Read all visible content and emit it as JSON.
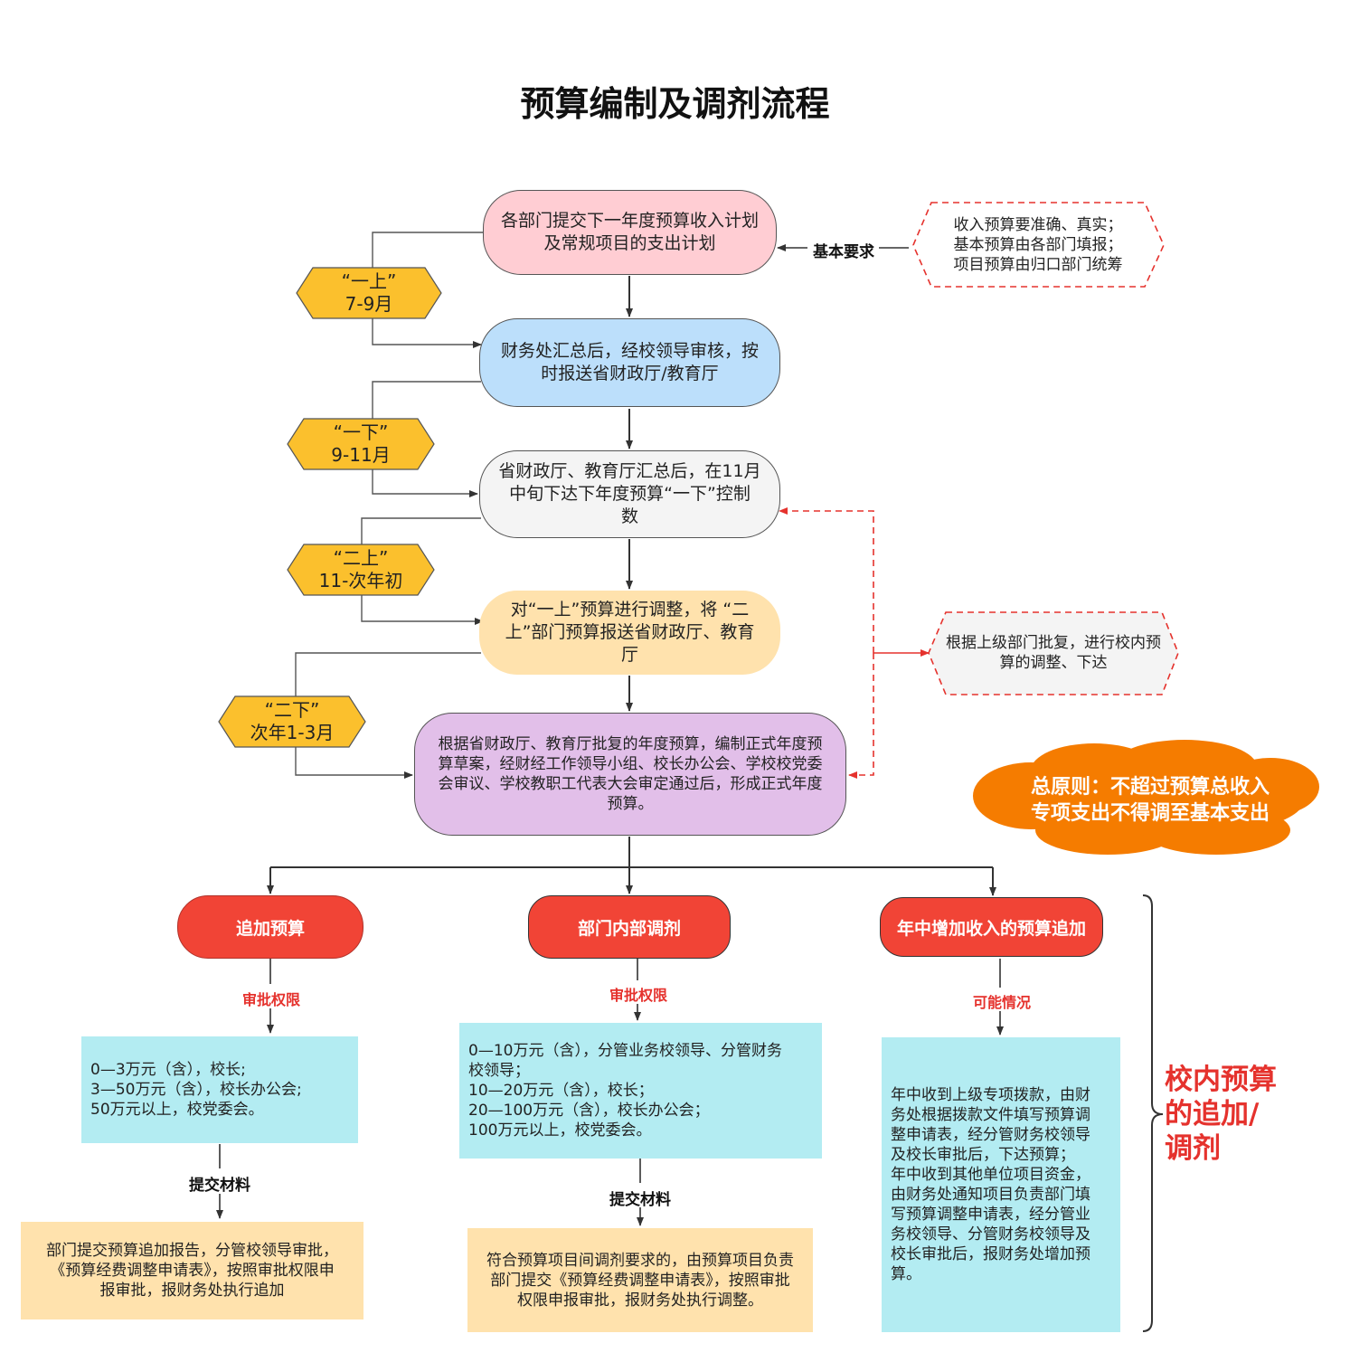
{
  "title": "预算编制及调剂流程",
  "steps": [
    {
      "id": "s1",
      "text": "各部门提交下一年度预算收入计划\n及常规项目的支出计划",
      "color": "#ffcdd3"
    },
    {
      "id": "s2",
      "text": "财务处汇总后，经校领导审核，按\n时报送省财政厅/教育厅",
      "color": "#bcdffb"
    },
    {
      "id": "s3",
      "text": "省财政厅、教育厅汇总后，在11月\n中旬下达下年度预算“一下”控制\n数",
      "color": "#f4f4f4"
    },
    {
      "id": "s4",
      "text": "对“一上”预算进行调整，将 “二\n上”部门预算报送省财政厅、教育\n厅",
      "color": "#ffe2ad"
    },
    {
      "id": "s5",
      "text": "根据省财政厅、教育厅批复的年度预算，编制正式年度预\n算草案，经财经工作领导小组、校长办公会、学校校党委\n会审议、学校教职工代表大会审定通过后，形成正式年度\n预算。",
      "color": "#e2bfe9"
    }
  ],
  "phases": [
    {
      "line1": "“一上”",
      "line2": "7-9月"
    },
    {
      "line1": "“一下”",
      "line2": "9-11月"
    },
    {
      "line1": "“二上”",
      "line2": "11-次年初"
    },
    {
      "line1": "“二下”",
      "line2": "次年1-3月"
    }
  ],
  "requirements": {
    "label": "基本要求",
    "text": "收入预算要准确、真实；\n基本预算由各部门填报；\n项目预算由归口部门统筹"
  },
  "adjust_note": "根据上级部门批复，进行校内预\n算的调整、下达",
  "principle": "总原则：不超过预算总收入\n专项支出不得调至基本支出",
  "side_label": "校内预算\n的追加/\n调剂",
  "branches": [
    {
      "title": "追加预算",
      "label1": "审批权限",
      "detail": "0—3万元（含），校长;\n3—50万元（含），校长办公会;\n50万元以上，校党委会。",
      "label2": "提交材料",
      "material": "部门提交预算追加报告，分管校领导审批，\n《预算经费调整申请表》，按照审批权限申\n报审批，报财务处执行追加"
    },
    {
      "title": "部门内部调剂",
      "label1": "审批权限",
      "detail": "0—10万元（含），分管业务校领导、分管财务\n校领导；\n10—20万元（含），校长；\n20—100万元（含），校长办公会；\n100万元以上，校党委会。",
      "label2": "提交材料",
      "material": "符合预算项目间调剂要求的，由预算项目负责\n部门提交《预算经费调整申请表》，按照审批\n权限申报审批，报财务处执行调整。"
    },
    {
      "title": "年中增加收入的预算追加",
      "label1": "可能情况",
      "detail": "年中收到上级专项拨款，由财\n务处根据拨款文件填写预算调\n整申请表，经分管财务校领导\n及校长审批后，下达预算；\n年中收到其他单位项目资金，\n由财务处通知项目负责部门填\n写预算调整申请表，经分管业\n务校领导、分管财务校领导及\n校长审批后，报财务处增加预\n算。"
    }
  ],
  "colors": {
    "hex_fill": "#fbc02d",
    "red_button": "#f14436",
    "cyan_box": "#b3ecf2",
    "peach_box": "#ffe2ad",
    "cloud": "#f57c00",
    "dashed": "#e5322d"
  }
}
